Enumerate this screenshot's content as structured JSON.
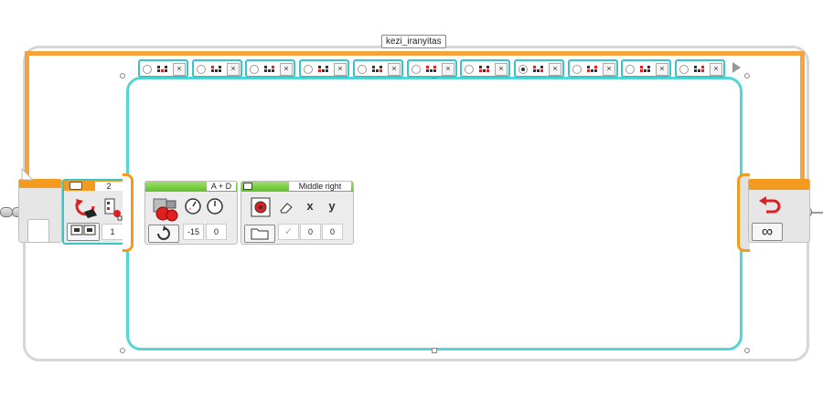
{
  "loop": {
    "name": "kezi_iranyitas",
    "count_mode_symbol": "∞"
  },
  "switch": {
    "port": "2",
    "value": "1",
    "cases": [
      {
        "pattern": "dots-a",
        "selected": false
      },
      {
        "pattern": "dots-b",
        "selected": false
      },
      {
        "pattern": "dots-c",
        "selected": false
      },
      {
        "pattern": "dots-d",
        "selected": false
      },
      {
        "pattern": "dots-e",
        "selected": false
      },
      {
        "pattern": "dots-f",
        "selected": false
      },
      {
        "pattern": "dots-g",
        "selected": false
      },
      {
        "pattern": "dots-h",
        "selected": true
      },
      {
        "pattern": "dots-i",
        "selected": false
      },
      {
        "pattern": "dots-j",
        "selected": false
      },
      {
        "pattern": "dots-k",
        "selected": false
      }
    ],
    "case_close_label": "×"
  },
  "move_tank": {
    "ports": "A + D",
    "speed": "-15",
    "brake": "0"
  },
  "display": {
    "file": "Middle right",
    "x_label": "x",
    "y_label": "y",
    "check_symbol": "✓",
    "x_value": "0",
    "y_value": "0"
  },
  "colors": {
    "loop_orange": "#f39b1e",
    "case_cyan": "#39c5c8",
    "action_green": "#5fbf2a"
  }
}
